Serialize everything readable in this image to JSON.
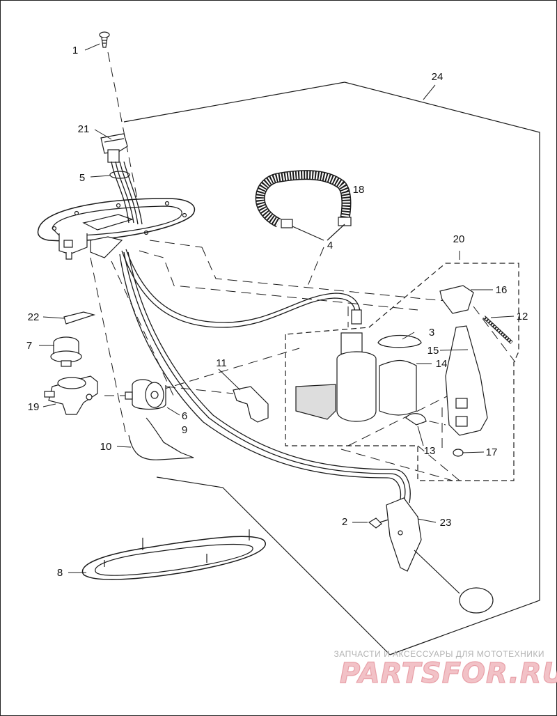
{
  "diagram": {
    "callouts": [
      "1",
      "2",
      "3",
      "4",
      "5",
      "6",
      "7",
      "8",
      "9",
      "10",
      "11",
      "12",
      "13",
      "14",
      "15",
      "16",
      "17",
      "18",
      "19",
      "20",
      "21",
      "22",
      "23",
      "24"
    ],
    "line_color": "#1a1a1a"
  },
  "watermark": {
    "caption": "ЗАПЧАСТИ И АКСЕССУАРЫ ДЛЯ МОТОТЕХНИКИ",
    "logo": "PARTSFOR.RU",
    "colors": {
      "caption": "#b3b3b3",
      "logo": "#e8a0a8"
    }
  }
}
